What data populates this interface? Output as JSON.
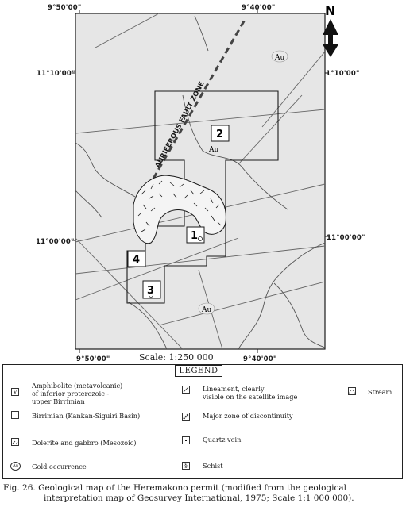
{
  "map": {
    "coords": {
      "top_left": "9°50'00\"",
      "top_right": "9°40'00\"",
      "bottom_left": "9°50'00\"",
      "bottom_right": "9°40'00\"",
      "left_upper": "11°10'00\"",
      "right_upper": "11°10'00\"",
      "left_lower": "11°00'00\"",
      "right_lower": "11°00'00\""
    },
    "north_label": "N",
    "fault_zone_label": "AURIFEROUS FAULT ZONE",
    "au_label": "Au",
    "zones": [
      "2",
      "1",
      "4",
      "3"
    ]
  },
  "scale_text": "Scale: 1:250 000",
  "legend": {
    "title": "LEGEND",
    "amphibolite": [
      "Amphibolite (metavolcanic)",
      "of inferior proterozoic -",
      "upper Birrimian"
    ],
    "birrimian": "Birrimian (Kankan-Siguiri Basin)",
    "dolerite": "Dolerite and gabbro (Mesozoic)",
    "gold": "Gold occurrence",
    "lineament": [
      "Lineament, clearly",
      "visible on the satellite image"
    ],
    "discontinuity": "Major zone of discontinuity",
    "quartz": "Quartz vein",
    "schist": "Schist",
    "stream": "Stream",
    "amphibolite_symbol": "v",
    "gold_symbol": "Au",
    "schist_symbol": "§"
  },
  "caption": [
    "Fig. 26. Geological map of the Heremakono permit (modified from the geological",
    "interpretation map of Geosurvey International, 1975; Scale 1:1 000 000)."
  ]
}
